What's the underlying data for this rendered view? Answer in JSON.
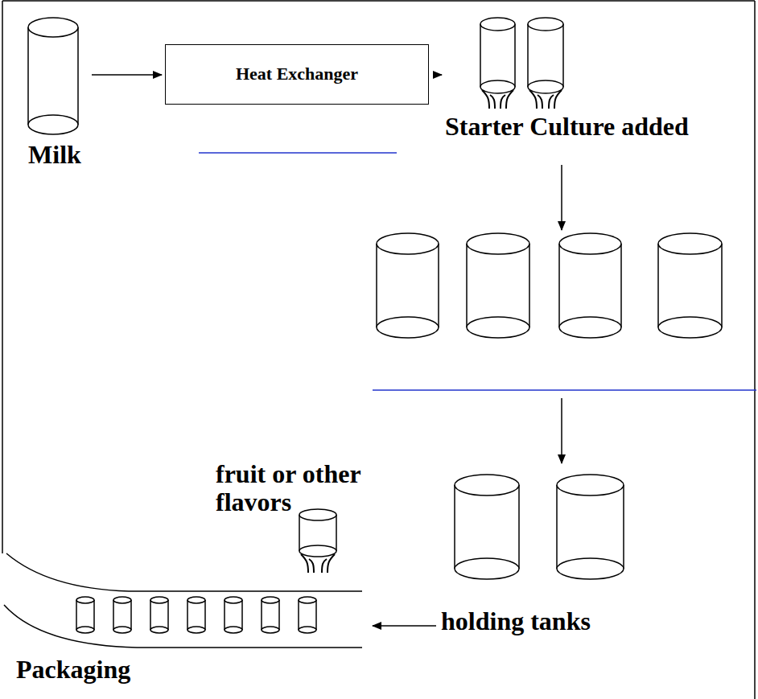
{
  "diagram": {
    "nodes": [
      {
        "text": [
          "Milk"
        ]
      },
      {
        "text": [
          "Heat Exchanger"
        ]
      },
      {
        "text": [
          "Starter Culture added"
        ]
      },
      {
        "text": [
          "holding tanks"
        ]
      },
      {
        "text": [
          "fruit or other flavors"
        ]
      },
      {
        "text": [
          "Packaging"
        ]
      }
    ],
    "edges": [
      {
        "from": 0,
        "to": 1,
        "arrow": "to"
      },
      {
        "from": 1,
        "to": 2,
        "arrow": "to"
      },
      {
        "from": 3,
        "to": 5,
        "arrow": "to"
      }
    ]
  }
}
